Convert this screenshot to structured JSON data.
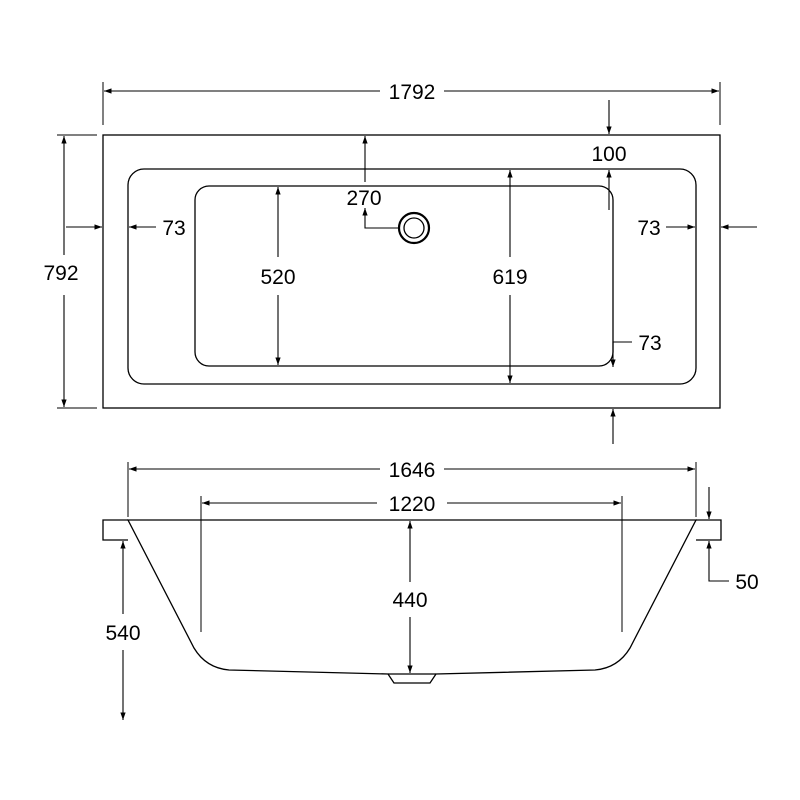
{
  "plan_view": {
    "overall_length": "1792",
    "overall_width": "792",
    "rim_end_top": "100",
    "waste_offset": "270",
    "rim_left": "73",
    "rim_right": "73",
    "rim_bottom_right": "73",
    "base_width": "520",
    "inner_width": "619"
  },
  "side_view": {
    "top_inner_length": "1646",
    "base_length": "1220",
    "depth": "440",
    "overall_height": "540",
    "rim_thickness": "50"
  }
}
